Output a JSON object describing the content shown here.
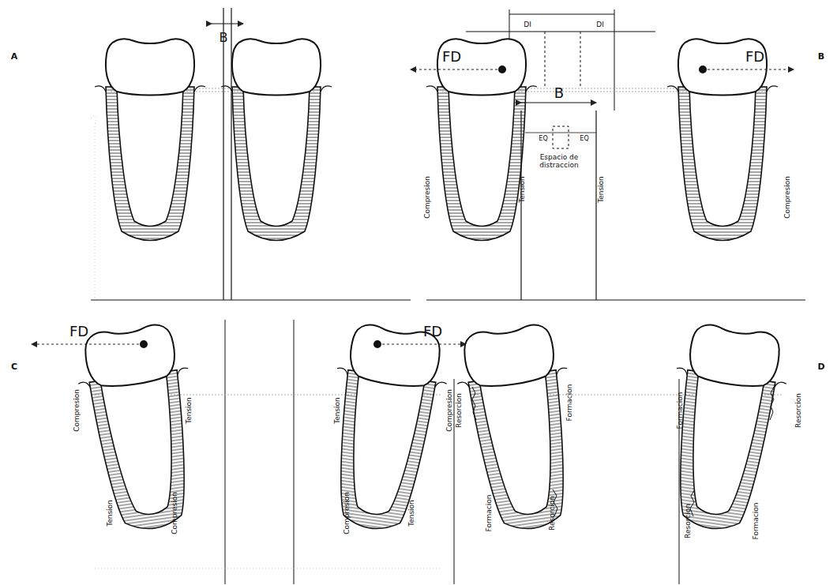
{
  "diagram": {
    "labels": [
      "A",
      "B",
      "B",
      "DI",
      "DI",
      "FD",
      "FD",
      "B",
      "EQ",
      "EQ",
      "Espacio de distraccion",
      "Compresion",
      "Tension",
      "Tension",
      "Compresion",
      "C",
      "FD",
      "FD",
      "Compresion",
      "Tension",
      "Tension",
      "Compresion",
      "Tension",
      "Compresion",
      "Compresion",
      "Tension",
      "D",
      "Resorcion",
      "Formacion",
      "Formacion",
      "Resorcion",
      "Formacion",
      "Resorcion",
      "Resorcion",
      "Formacion"
    ]
  }
}
